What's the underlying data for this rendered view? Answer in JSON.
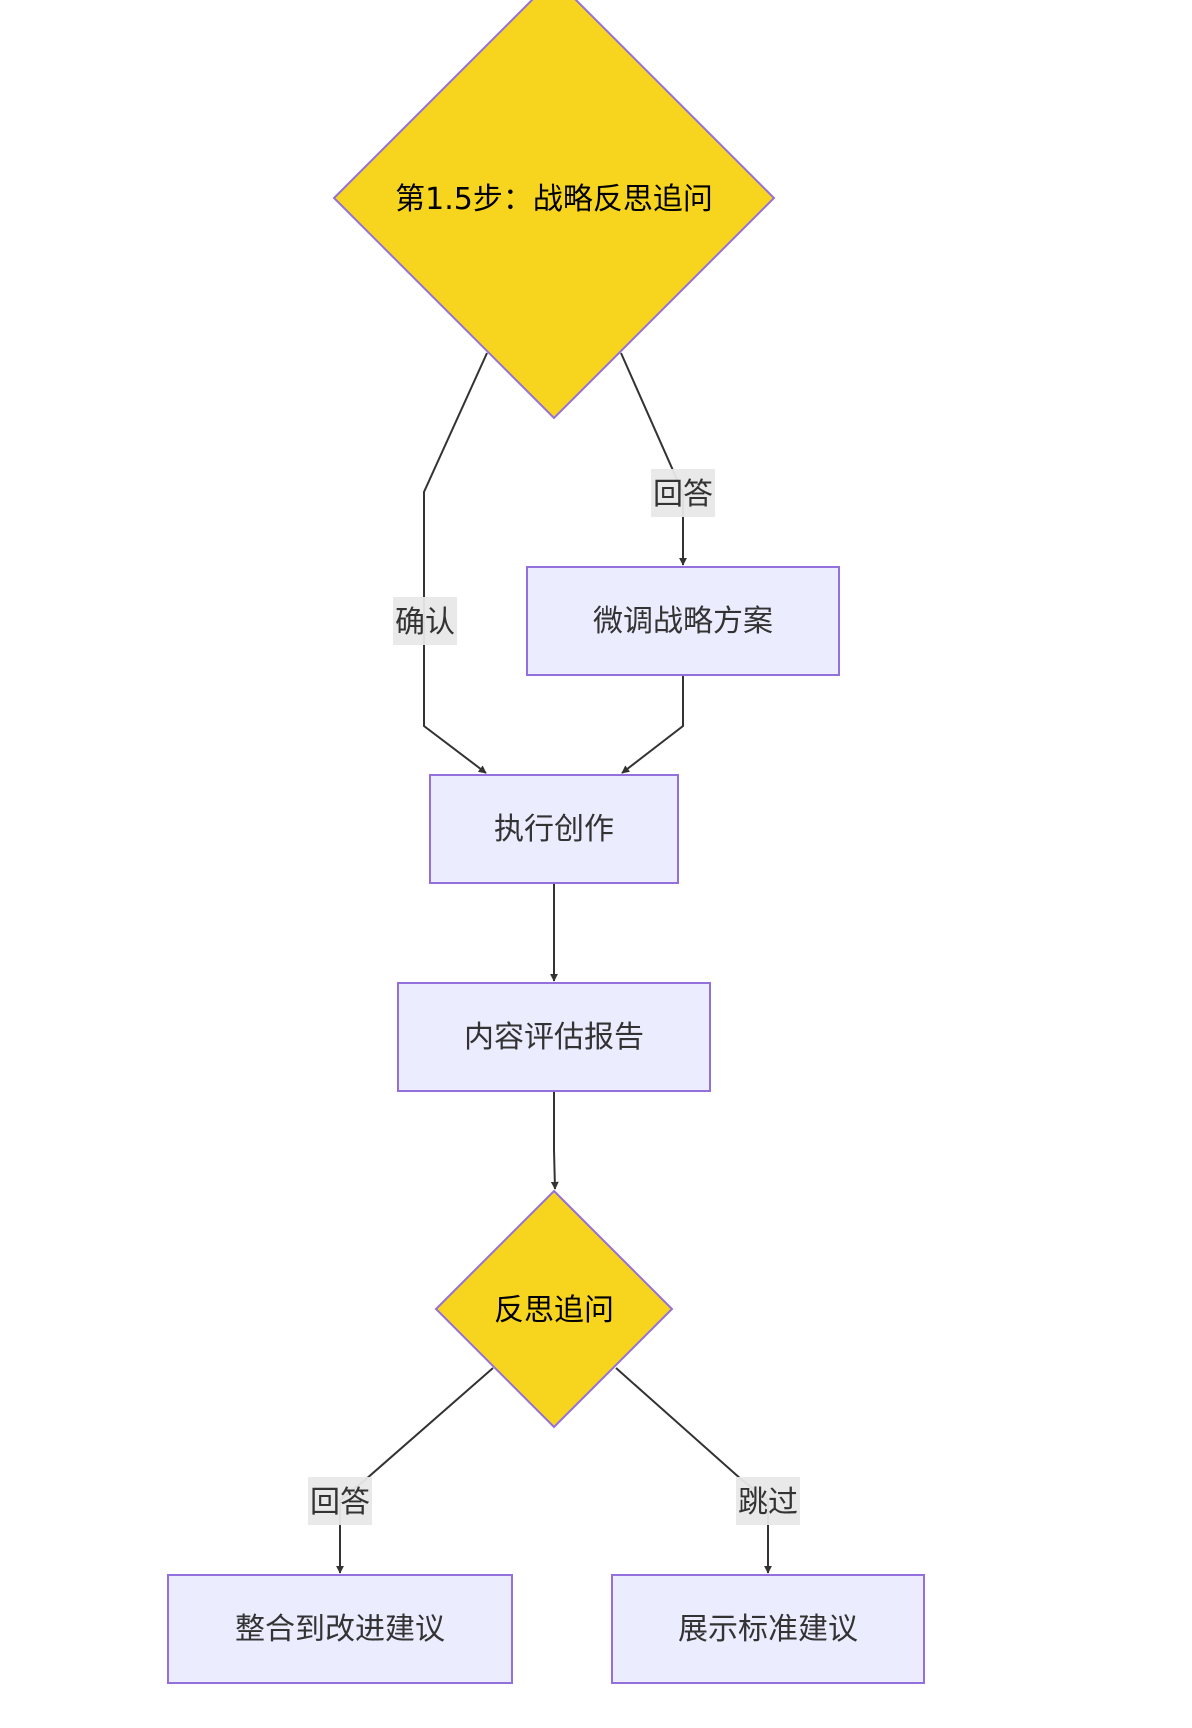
{
  "colors": {
    "process_fill": "#ECECFF",
    "process_stroke": "#9370DB",
    "decision_fill": "#F7D51E",
    "decision_stroke": "#9370DB",
    "edge": "#333333",
    "label_bg": "#E8E8E8"
  },
  "nodes": {
    "step15": {
      "label": "第1.5步：战略反思追问",
      "shape": "diamond"
    },
    "adjust": {
      "label": "微调战略方案",
      "shape": "rect"
    },
    "execute": {
      "label": "执行创作",
      "shape": "rect"
    },
    "report": {
      "label": "内容评估报告",
      "shape": "rect"
    },
    "reflect": {
      "label": "反思追问",
      "shape": "diamond"
    },
    "integrate": {
      "label": "整合到改进建议",
      "shape": "rect"
    },
    "standard": {
      "label": "展示标准建议",
      "shape": "rect"
    }
  },
  "edges": [
    {
      "from": "step15",
      "to": "execute",
      "label": "确认"
    },
    {
      "from": "step15",
      "to": "adjust",
      "label": "回答"
    },
    {
      "from": "adjust",
      "to": "execute",
      "label": ""
    },
    {
      "from": "execute",
      "to": "report",
      "label": ""
    },
    {
      "from": "report",
      "to": "reflect",
      "label": ""
    },
    {
      "from": "reflect",
      "to": "integrate",
      "label": "回答"
    },
    {
      "from": "reflect",
      "to": "standard",
      "label": "跳过"
    }
  ]
}
